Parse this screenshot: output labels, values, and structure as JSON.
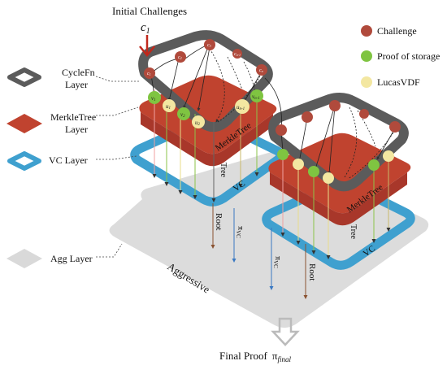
{
  "header": {
    "initial_challenges": "Initial Challenges",
    "c1": "c",
    "c1_sub": "1"
  },
  "legend_left": {
    "cyclefn": [
      "CycleFn",
      "Layer"
    ],
    "merkle": [
      "MerkleTree",
      "Layer"
    ],
    "vc": "VC Layer",
    "agg": "Agg Layer"
  },
  "legend_right": {
    "challenge": "Challenge",
    "proof": "Proof of storage",
    "lucas": "LucasVDF"
  },
  "left_stack": {
    "challenge_labels": [
      "c",
      "c",
      "c",
      "c",
      "c"
    ],
    "challenge_subs": [
      "1",
      "2",
      "3",
      "n-1",
      "n"
    ],
    "node_labels": [
      "v",
      "u",
      "v",
      "u",
      "u",
      "v"
    ],
    "node_subs": [
      "1",
      "1",
      "2",
      "2",
      "n-1",
      "n-1"
    ],
    "merkle_label": "MerkleTree",
    "tree_label": "Tree",
    "vc_label": "VC",
    "root_label": "Root",
    "pi_vc": "π",
    "pi_vc_sub": "VC"
  },
  "right_stack": {
    "merkle_label": "MerkleTree",
    "tree_label": "Tree",
    "vc_label": "VC",
    "root_label": "Root",
    "pi_vc": "π",
    "pi_vc_sub": "VC"
  },
  "agg_label": "Aggressive",
  "final": {
    "label": "Final Proof",
    "pi": "π",
    "pi_sub": "final"
  },
  "colors": {
    "challenge": "#b04a3c",
    "proof": "#7fc441",
    "lucas": "#f3e7a1",
    "cyclefn": "#5b5b5b",
    "merkle": "#c0432f",
    "vc": "#3fa0cf",
    "agg": "#d9d9d9",
    "arrow_red": "#c0281c"
  }
}
